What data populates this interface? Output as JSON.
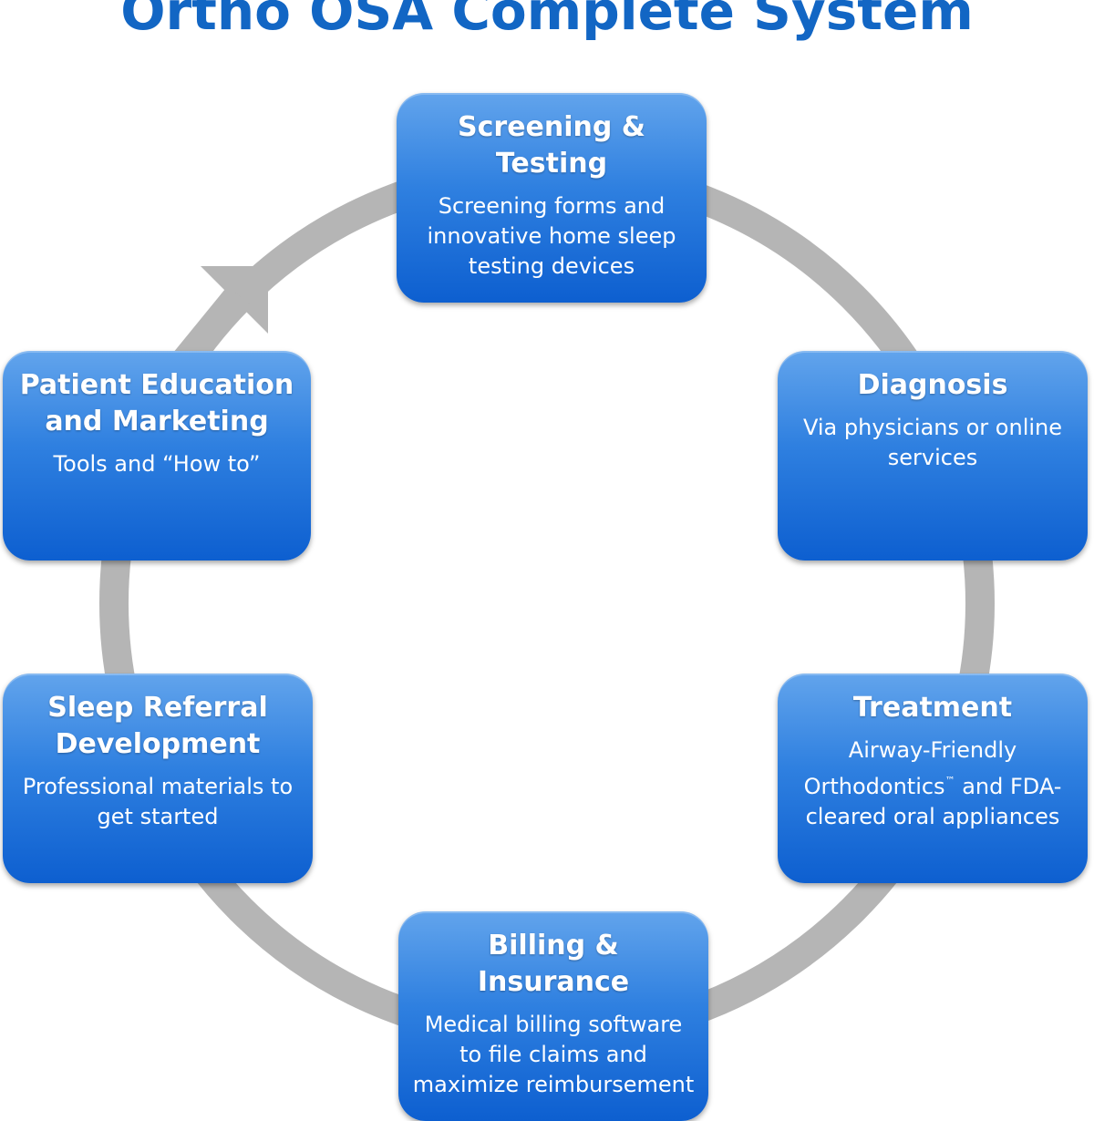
{
  "title": "Ortho OSA Complete System",
  "colors": {
    "title": "#1266c4",
    "box_top": "#62a4ec",
    "box_bottom": "#0d5fd0",
    "ring": "#b5b5b5"
  },
  "steps": [
    {
      "heading": "Screening & Testing",
      "description": "Screening forms and innovative home sleep testing devices"
    },
    {
      "heading": "Diagnosis",
      "description": "Via physicians or online services"
    },
    {
      "heading": "Treatment",
      "description_lead": "Airway-Friendly Orthodontics",
      "description_mark": "™",
      "description_tail": " and FDA-cleared oral appliances"
    },
    {
      "heading": "Billing & Insurance",
      "description": "Medical billing software to file claims and maximize reimbursement"
    },
    {
      "heading": "Sleep Referral Development",
      "description": "Professional materials to get started"
    },
    {
      "heading": "Patient Education and Marketing",
      "description": "Tools and “How to”"
    }
  ]
}
